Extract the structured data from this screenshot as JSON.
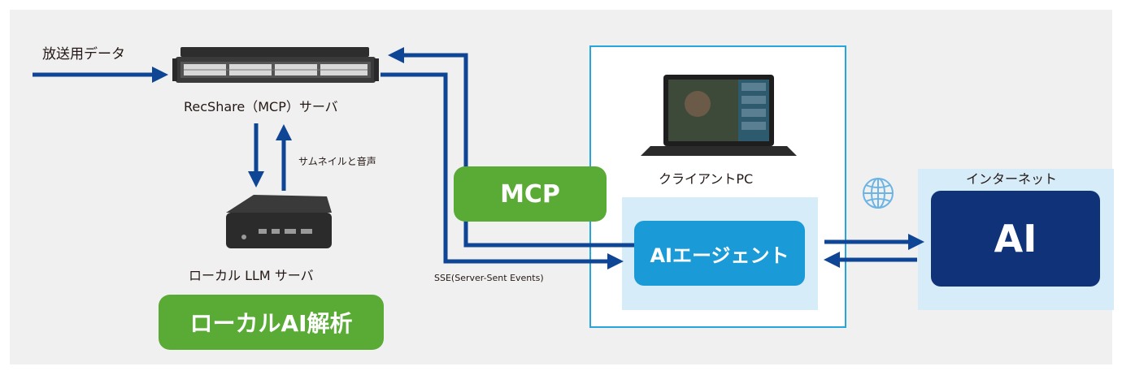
{
  "labels": {
    "broadcast_data": "放送用データ",
    "recshare_server": "RecShare（MCP）サーバ",
    "thumbnail_audio": "サムネイルと音声",
    "local_llm_server": "ローカル LLM サーバ",
    "sse": "SSE(Server-Sent Events)",
    "client_pc": "クライアントPC",
    "internet": "インターネット"
  },
  "badges": {
    "mcp": "MCP",
    "local_ai": "ローカルAI解析",
    "ai_agent": "AIエージェント",
    "ai": "AI"
  },
  "colors": {
    "arrow_blue": "#0e4595",
    "green": "#5aab36",
    "agent_blue": "#1a9ad6",
    "ai_navy": "#0f3278",
    "client_border": "#27a6db",
    "light_blue": "#d6ecf8"
  },
  "icons": {
    "rack_server": "rack-server-icon",
    "mini_pc": "mini-pc-icon",
    "laptop": "laptop-icon",
    "globe": "globe-icon"
  }
}
